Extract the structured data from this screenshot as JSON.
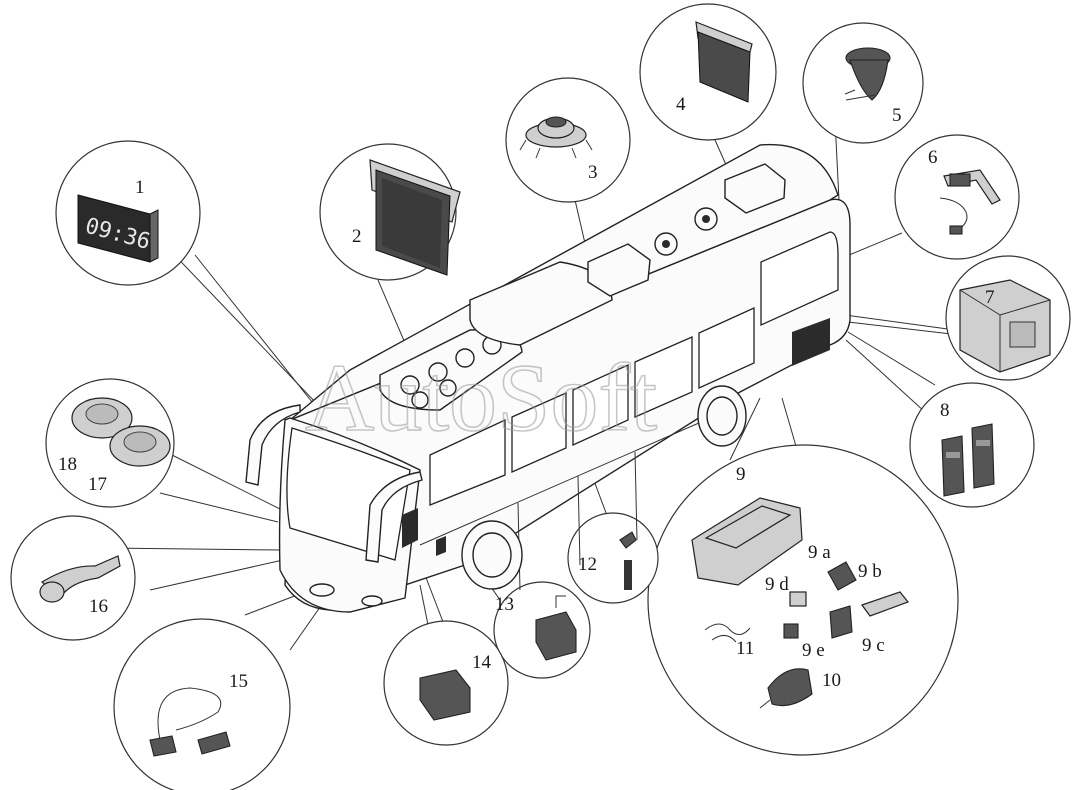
{
  "watermark": "AutoSoft",
  "clock_display": "09:36",
  "callouts": [
    {
      "id": "1",
      "label": "1"
    },
    {
      "id": "2",
      "label": "2"
    },
    {
      "id": "3",
      "label": "3"
    },
    {
      "id": "4",
      "label": "4"
    },
    {
      "id": "5",
      "label": "5"
    },
    {
      "id": "6",
      "label": "6"
    },
    {
      "id": "7",
      "label": "7"
    },
    {
      "id": "8",
      "label": "8"
    },
    {
      "id": "9",
      "label": "9"
    },
    {
      "id": "9a",
      "label": "9 a"
    },
    {
      "id": "9b",
      "label": "9 b"
    },
    {
      "id": "9c",
      "label": "9 c"
    },
    {
      "id": "9d",
      "label": "9 d"
    },
    {
      "id": "9e",
      "label": "9 e"
    },
    {
      "id": "10",
      "label": "10"
    },
    {
      "id": "11",
      "label": "11"
    },
    {
      "id": "12",
      "label": "12"
    },
    {
      "id": "13",
      "label": "13"
    },
    {
      "id": "14",
      "label": "14"
    },
    {
      "id": "15",
      "label": "15"
    },
    {
      "id": "16",
      "label": "16"
    },
    {
      "id": "17",
      "label": "17"
    },
    {
      "id": "18",
      "label": "18"
    }
  ]
}
